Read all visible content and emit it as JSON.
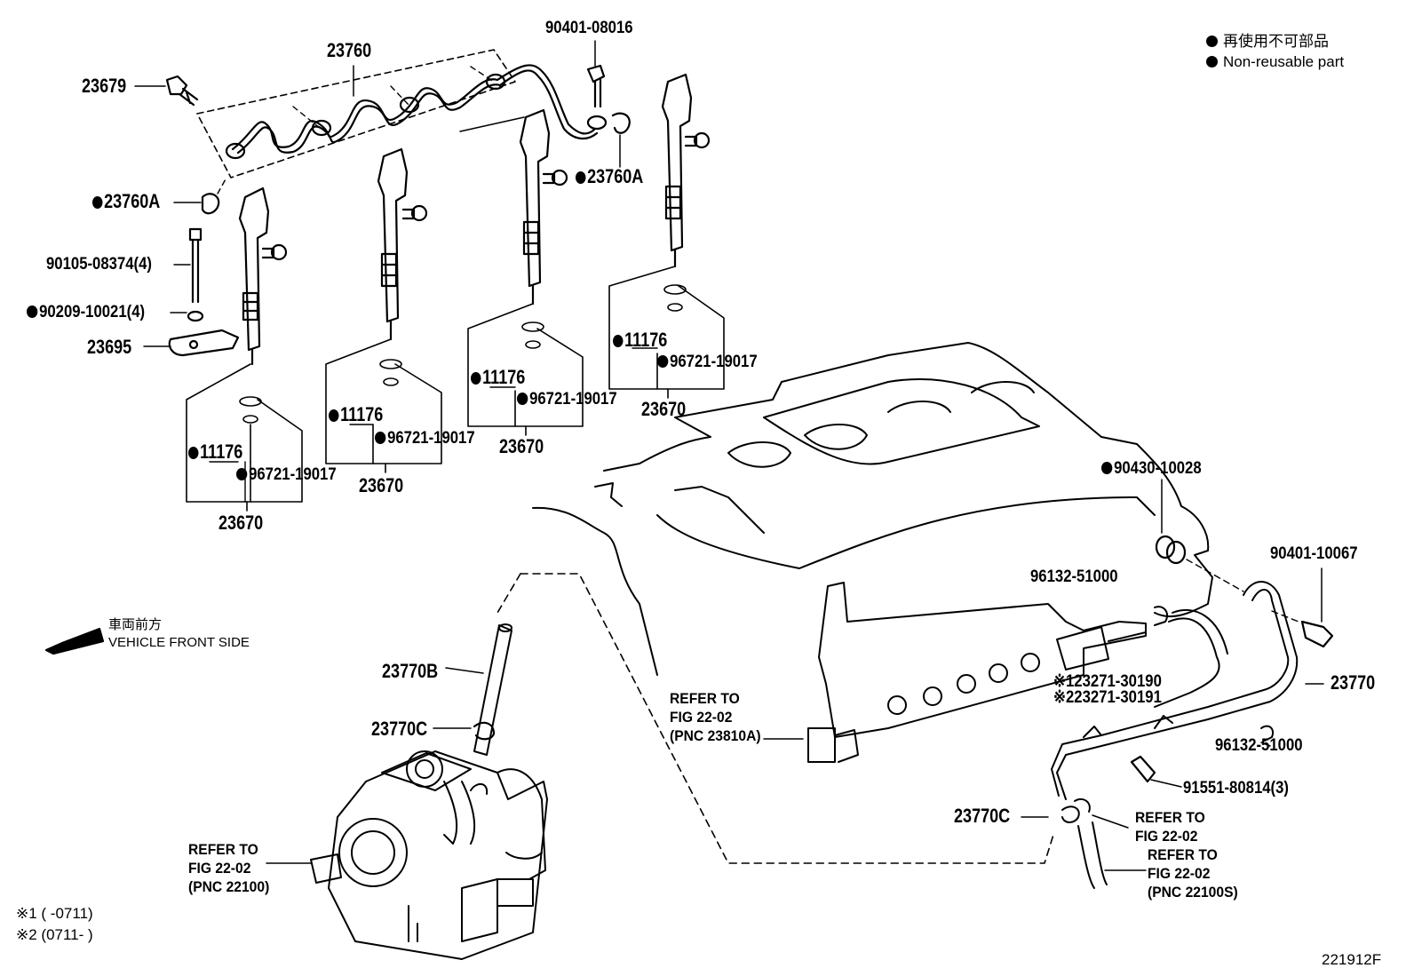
{
  "legend": {
    "jp": "再使用不可部品",
    "en": "Non-reusable part"
  },
  "direction": {
    "jp": "車両前方",
    "en": "VEHICLE FRONT SIDE"
  },
  "notes": {
    "n1": "※1 (      -0711)",
    "n2": "※2 (0711-      )"
  },
  "figure_code": "221912F",
  "labels": {
    "p23679": "23679",
    "p23760": "23760",
    "p90401_08016": "90401-08016",
    "p23760A_top": "23760A",
    "p23760A_left": "23760A",
    "p90105": "90105-08374(4)",
    "p90209": "90209-10021(4)",
    "p23695": "23695",
    "inj1_11176": "11176",
    "inj1_96721": "96721-19017",
    "inj1_23670": "23670",
    "inj2_11176": "11176",
    "inj2_96721": "96721-19017",
    "inj2_23670": "23670",
    "inj3_11176": "11176",
    "inj3_96721": "96721-19017",
    "inj3_23670": "23670",
    "inj4_11176": "11176",
    "inj4_96721": "96721-19017",
    "inj4_23670": "23670",
    "p90430": "90430-10028",
    "p90401_10067": "90401-10067",
    "p96132_top": "96132-51000",
    "p23271_1": "※123271-30190",
    "p23271_2": "※223271-30191",
    "p23770": "23770",
    "p96132_bot": "96132-51000",
    "p91551": "91551-80814(3)",
    "p23770B": "23770B",
    "p23770C_left": "23770C",
    "p23770C_right": "23770C",
    "ref_rail": [
      "REFER TO",
      "FIG 22-02",
      "(PNC 23810A)"
    ],
    "ref_pump": [
      "REFER TO",
      "FIG 22-02",
      "(PNC 22100)"
    ],
    "ref_fig1": [
      "REFER TO",
      "FIG 22-02"
    ],
    "ref_fig2": [
      "REFER TO",
      "FIG 22-02",
      "(PNC 22100S)"
    ]
  }
}
